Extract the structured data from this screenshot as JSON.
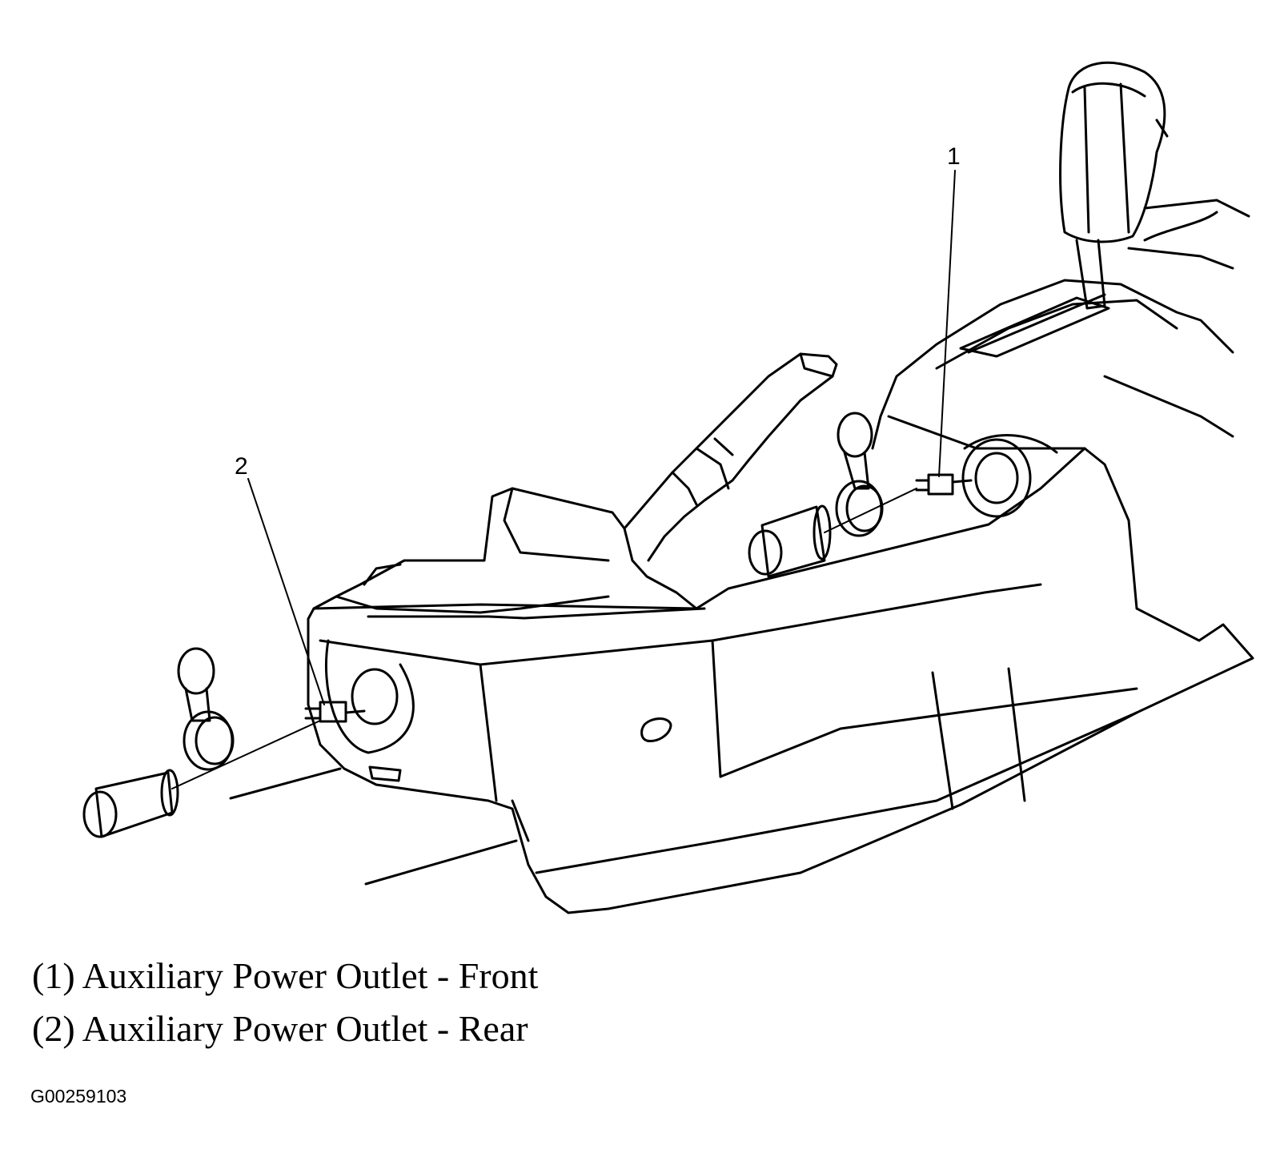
{
  "callouts": [
    {
      "number": "1",
      "component": "front-power-outlet"
    },
    {
      "number": "2",
      "component": "rear-power-outlet"
    }
  ],
  "legend": [
    {
      "text": "(1) Auxiliary Power Outlet - Front"
    },
    {
      "text": "(2) Auxiliary Power Outlet - Rear"
    }
  ],
  "figure_id": "G00259103"
}
